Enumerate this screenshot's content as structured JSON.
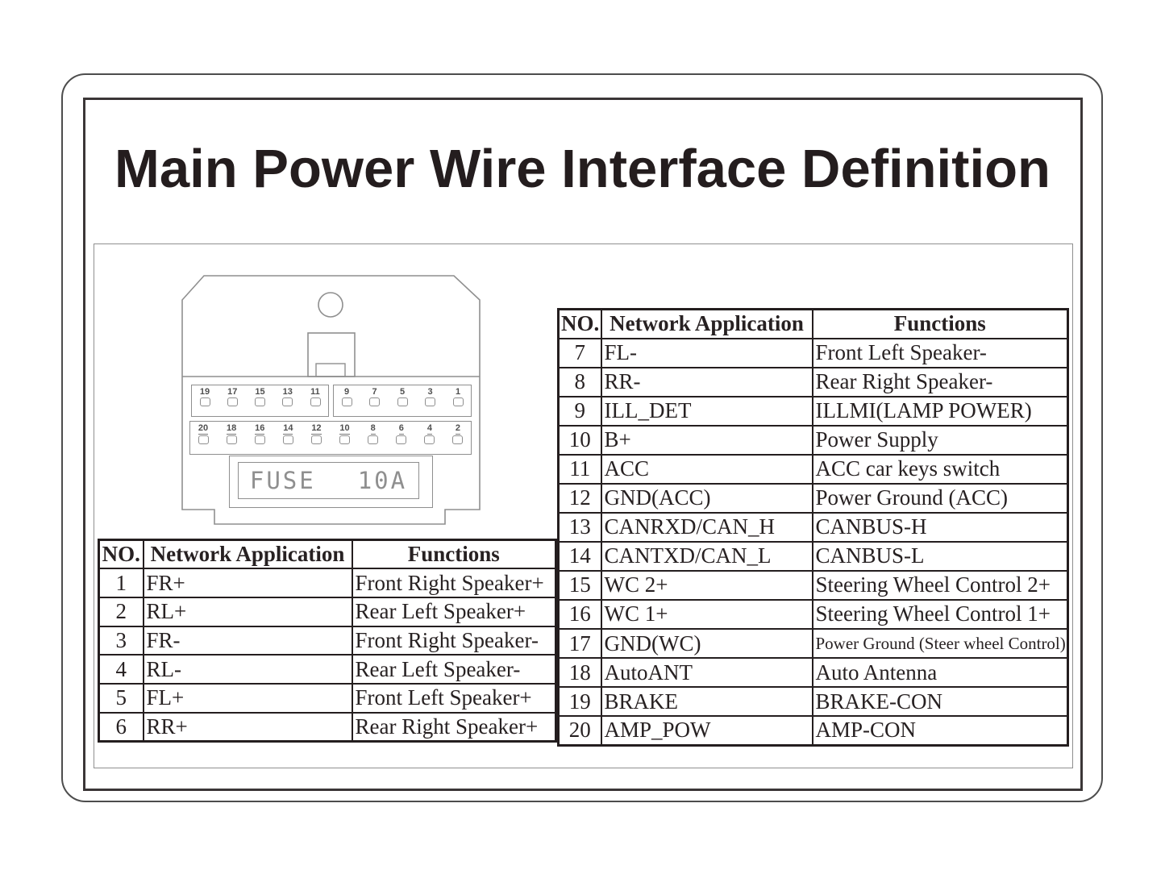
{
  "title": "Main Power Wire Interface Definition",
  "connector": {
    "fuse_label": "FUSE",
    "fuse_rating": "10A",
    "pins_top": [
      "19",
      "17",
      "15",
      "13",
      "11",
      "9",
      "7",
      "5",
      "3",
      "1"
    ],
    "pins_bottom": [
      "20",
      "18",
      "16",
      "14",
      "12",
      "10",
      "8",
      "6",
      "4",
      "2"
    ]
  },
  "left_table": {
    "headers": [
      "NO.",
      "Network Application",
      "Functions"
    ],
    "rows": [
      [
        "1",
        "FR+",
        "Front Right Speaker+"
      ],
      [
        "2",
        "RL+",
        "Rear Left Speaker+"
      ],
      [
        "3",
        "FR-",
        "Front Right Speaker-"
      ],
      [
        "4",
        "RL-",
        "Rear Left Speaker-"
      ],
      [
        "5",
        "FL+",
        "Front Left Speaker+"
      ],
      [
        "6",
        "RR+",
        "Rear Right Speaker+"
      ]
    ]
  },
  "right_table": {
    "headers": [
      "NO.",
      "Network Application",
      "Functions"
    ],
    "rows": [
      [
        "7",
        "FL-",
        "Front Left Speaker-"
      ],
      [
        "8",
        "RR-",
        "Rear Right Speaker-"
      ],
      [
        "9",
        "ILL_DET",
        "ILLMI(LAMP POWER)"
      ],
      [
        "10",
        "B+",
        "Power Supply"
      ],
      [
        "11",
        "ACC",
        "ACC car keys switch"
      ],
      [
        "12",
        "GND(ACC)",
        "Power Ground (ACC)"
      ],
      [
        "13",
        "CANRXD/CAN_H",
        "CANBUS-H"
      ],
      [
        "14",
        "CANTXD/CAN_L",
        "CANBUS-L"
      ],
      [
        "15",
        "WC 2+",
        "Steering Wheel Control 2+"
      ],
      [
        "16",
        "WC 1+",
        "Steering Wheel Control 1+"
      ],
      [
        "17",
        "GND(WC)",
        "Power Ground (Steer wheel Control)"
      ],
      [
        "18",
        "AutoANT",
        "Auto Antenna"
      ],
      [
        "19",
        "BRAKE",
        "BRAKE-CON"
      ],
      [
        "20",
        "AMP_POW",
        "AMP-CON"
      ]
    ]
  },
  "colors": {
    "ink": "#241e1f",
    "drawing_line": "#8f8f8f"
  }
}
